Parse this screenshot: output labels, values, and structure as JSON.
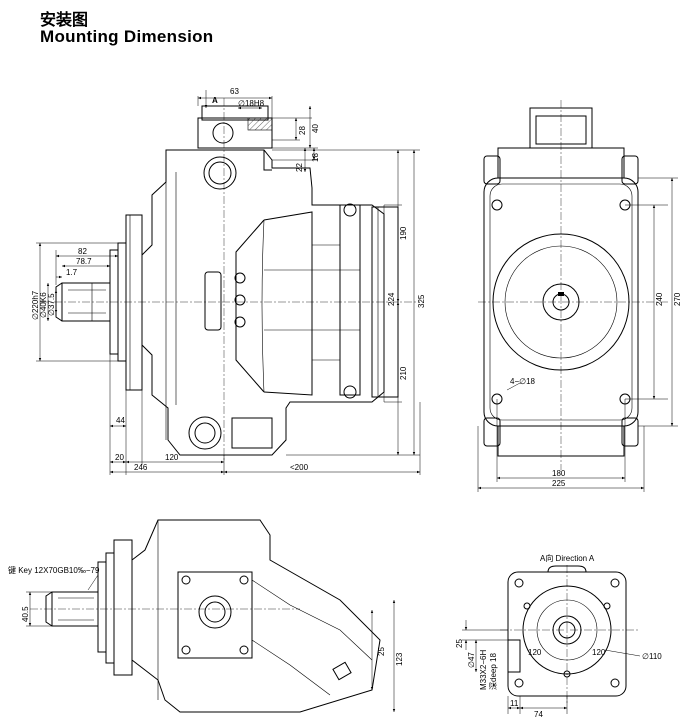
{
  "title": {
    "cn": "安装图",
    "en": "Mounting Dimension"
  },
  "side_view": {
    "view_marker": "A",
    "dims": {
      "d63": "63",
      "d18h8": "∅18H8",
      "d28": "28",
      "d40": "40",
      "d22": "22",
      "d18": "18",
      "d190": "190",
      "d224": "224",
      "d325": "325",
      "d210": "210",
      "d82": "82",
      "d787": "78.7",
      "d17": "1.7",
      "d220h7": "∅220h7",
      "d40k6": "∅40K6",
      "d375": "∅37.5",
      "d44": "44",
      "d20": "20",
      "d120": "120",
      "d246": "246",
      "d200": "<200"
    }
  },
  "front_view": {
    "dims": {
      "d240": "240",
      "d270": "270",
      "holes": "4−∅18",
      "d180": "180",
      "d225": "225"
    }
  },
  "bottom_side_view": {
    "key_label": "键 Key 12X70GB10‰−79",
    "dims": {
      "d405": "40.5",
      "d25": "25",
      "d123": "123"
    }
  },
  "direction_view": {
    "title": "A向 Direction A",
    "dims": {
      "d25": "25",
      "d47": "∅47",
      "thread": "M33X2−6H",
      "deep": "深deep 18",
      "d120a": "120",
      "d120b": "120",
      "d110": "∅110",
      "d11": "11",
      "d74": "74"
    }
  }
}
